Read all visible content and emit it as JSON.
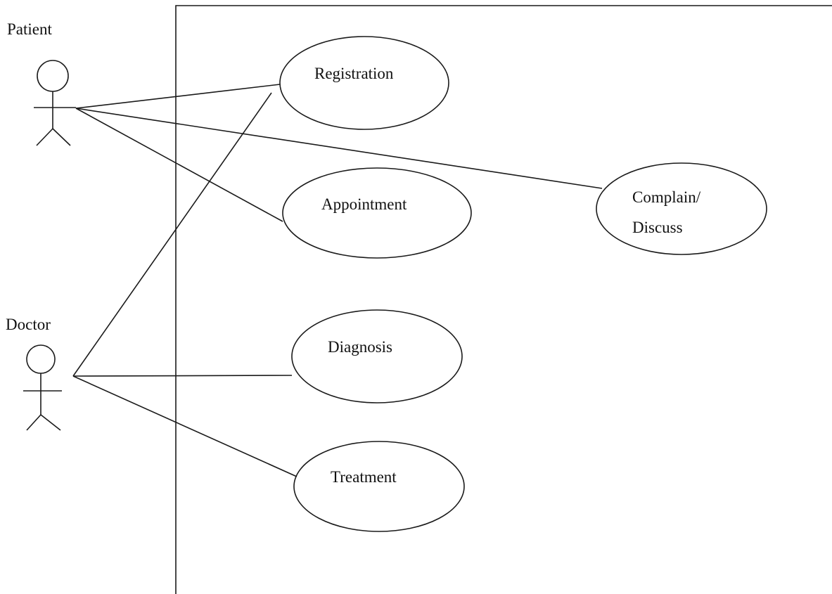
{
  "actors": [
    {
      "id": "patient",
      "label": "Patient",
      "icon": "stick-figure-icon"
    },
    {
      "id": "doctor",
      "label": "Doctor",
      "icon": "stick-figure-icon"
    }
  ],
  "use_cases": [
    {
      "id": "registration",
      "lines": [
        "Registration"
      ]
    },
    {
      "id": "appointment",
      "lines": [
        "Appointment"
      ]
    },
    {
      "id": "complain",
      "lines": [
        "Complain/",
        "Discuss"
      ]
    },
    {
      "id": "diagnosis",
      "lines": [
        "Diagnosis"
      ]
    },
    {
      "id": "treatment",
      "lines": [
        "Treatment"
      ]
    }
  ],
  "associations": [
    {
      "from": "patient",
      "to": "registration"
    },
    {
      "from": "patient",
      "to": "appointment"
    },
    {
      "from": "patient",
      "to": "complain"
    },
    {
      "from": "doctor",
      "to": "registration"
    },
    {
      "from": "doctor",
      "to": "diagnosis"
    },
    {
      "from": "doctor",
      "to": "treatment"
    }
  ],
  "colors": {
    "stroke": "#1a1a1a",
    "text": "#111111",
    "background": "#ffffff"
  }
}
